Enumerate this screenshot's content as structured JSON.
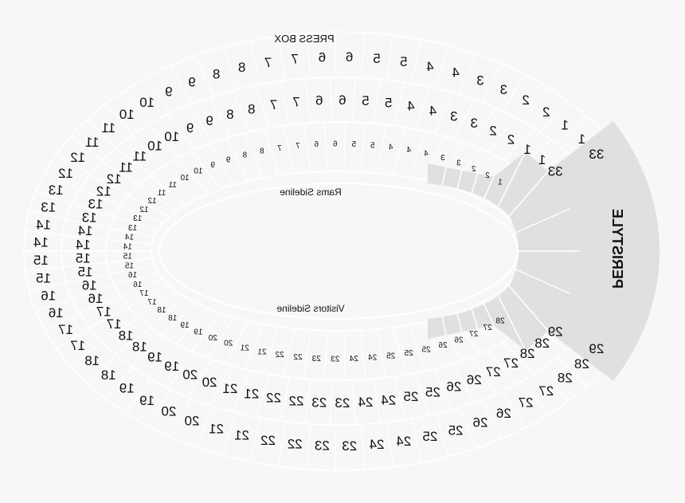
{
  "labels": {
    "press_box": "PRESS BOX",
    "rams_sideline": "Rams Sideline",
    "visitors_sideline": "Visitors Sideline",
    "peristyle": "PERISTYLE"
  },
  "colors": {
    "background": "#f7f7f7",
    "peristyle_fill": "#e0e0e0",
    "divider": "#ffffff",
    "text": "#111111"
  },
  "rings": [
    {
      "name": "lower",
      "sections": [
        "1",
        "2",
        "2",
        "3",
        "3",
        "4",
        "4",
        "4",
        "5",
        "5",
        "6",
        "6",
        "7",
        "7",
        "8",
        "8",
        "9",
        "9",
        "10",
        "10",
        "11",
        "11",
        "12",
        "12",
        "13",
        "13",
        "14",
        "14",
        "15",
        "15",
        "16",
        "16",
        "17",
        "17",
        "18",
        "18",
        "19",
        "19",
        "20",
        "20",
        "21",
        "21",
        "22",
        "22",
        "23",
        "23",
        "24",
        "24",
        "25",
        "25",
        "25",
        "26",
        "26",
        "27",
        "27",
        "28"
      ]
    },
    {
      "name": "middle",
      "sections": [
        "33",
        "1",
        "1",
        "2",
        "2",
        "3",
        "3",
        "4",
        "4",
        "5",
        "5",
        "6",
        "6",
        "7",
        "7",
        "8",
        "8",
        "9",
        "9",
        "10",
        "10",
        "11",
        "11",
        "12",
        "12",
        "13",
        "13",
        "14",
        "14",
        "15",
        "15",
        "16",
        "16",
        "17",
        "17",
        "18",
        "18",
        "19",
        "19",
        "20",
        "20",
        "21",
        "21",
        "22",
        "22",
        "23",
        "23",
        "24",
        "24",
        "25",
        "25",
        "26",
        "26",
        "27",
        "27",
        "28",
        "28",
        "29"
      ]
    },
    {
      "name": "upper",
      "sections": [
        "33",
        "1",
        "1",
        "2",
        "2",
        "3",
        "3",
        "4",
        "4",
        "5",
        "5",
        "6",
        "6",
        "7",
        "7",
        "8",
        "8",
        "9",
        "9",
        "10",
        "10",
        "11",
        "11",
        "12",
        "12",
        "13",
        "13",
        "14",
        "14",
        "15",
        "15",
        "16",
        "16",
        "17",
        "17",
        "18",
        "18",
        "19",
        "19",
        "20",
        "20",
        "21",
        "21",
        "22",
        "22",
        "23",
        "23",
        "24",
        "24",
        "25",
        "25",
        "26",
        "26",
        "27",
        "27",
        "28",
        "28",
        "29"
      ]
    }
  ]
}
